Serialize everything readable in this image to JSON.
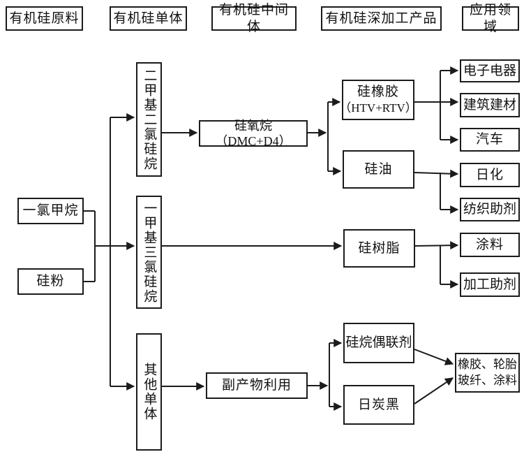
{
  "headers": [
    "有机硅原料",
    "有机硅单体",
    "有机硅中间体",
    "有机硅深加工产品",
    "应用领域"
  ],
  "raw_materials": [
    "一氯甲烷",
    "硅粉"
  ],
  "monomers": [
    "二甲基二氯硅烷",
    "一甲基三氯硅烷",
    "其他单体"
  ],
  "intermediates": [
    "硅氧烷（DMC+D4）",
    "副产物利用"
  ],
  "products": {
    "silicone_rubber_line1": "硅橡胶",
    "silicone_rubber_line2": "（HTV+RTV）",
    "silicone_oil": "硅油",
    "silicone_resin": "硅树脂",
    "silane_coupling_agent": "硅烷偶联剂",
    "carbon_black": "日炭黑"
  },
  "applications": [
    "电子电器",
    "建筑建材",
    "汽车",
    "日化",
    "纺织助剂",
    "涂料",
    "加工助剂"
  ],
  "combined_application": {
    "line1": "橡胶、轮胎",
    "line2": "玻纤、涂料"
  },
  "colors": {
    "line": "#1b1b1b",
    "box_border": "#1b1b1b",
    "background": "#ffffff",
    "text": "#111111"
  }
}
